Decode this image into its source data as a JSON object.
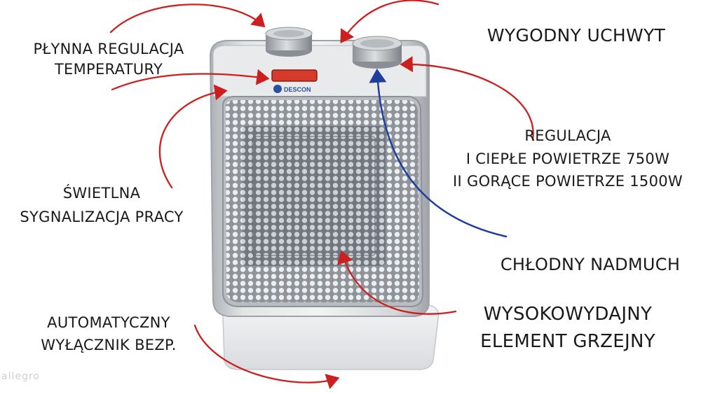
{
  "labels": {
    "temperature_control": [
      "PŁYNNA REGULACJA",
      "TEMPERATURY"
    ],
    "handle": "WYGODNY UCHWYT",
    "power_modes": [
      "REGULACJA",
      "I CIEPŁE POWIETRZE 750W",
      "II GORĄCE POWIETRZE 1500W"
    ],
    "light_signal": [
      "ŚWIETLNA",
      "SYGNALIZACJA PRACY"
    ],
    "cool_blow": "CHŁODNY NADMUCH",
    "auto_switch": [
      "AUTOMATYCZNY",
      "WYŁĄCZNIK BEZP."
    ],
    "heating_element": [
      "WYSOKOWYDAJNY",
      "ELEMENT GRZEJNY"
    ]
  },
  "brand_logo": "DESCON",
  "watermark": "allegro",
  "colors": {
    "arrow_red": "#cc1f1f",
    "arrow_blue": "#1f3f9e",
    "body_silver": "#c9cbce",
    "indicator_red": "#d63a2a"
  }
}
